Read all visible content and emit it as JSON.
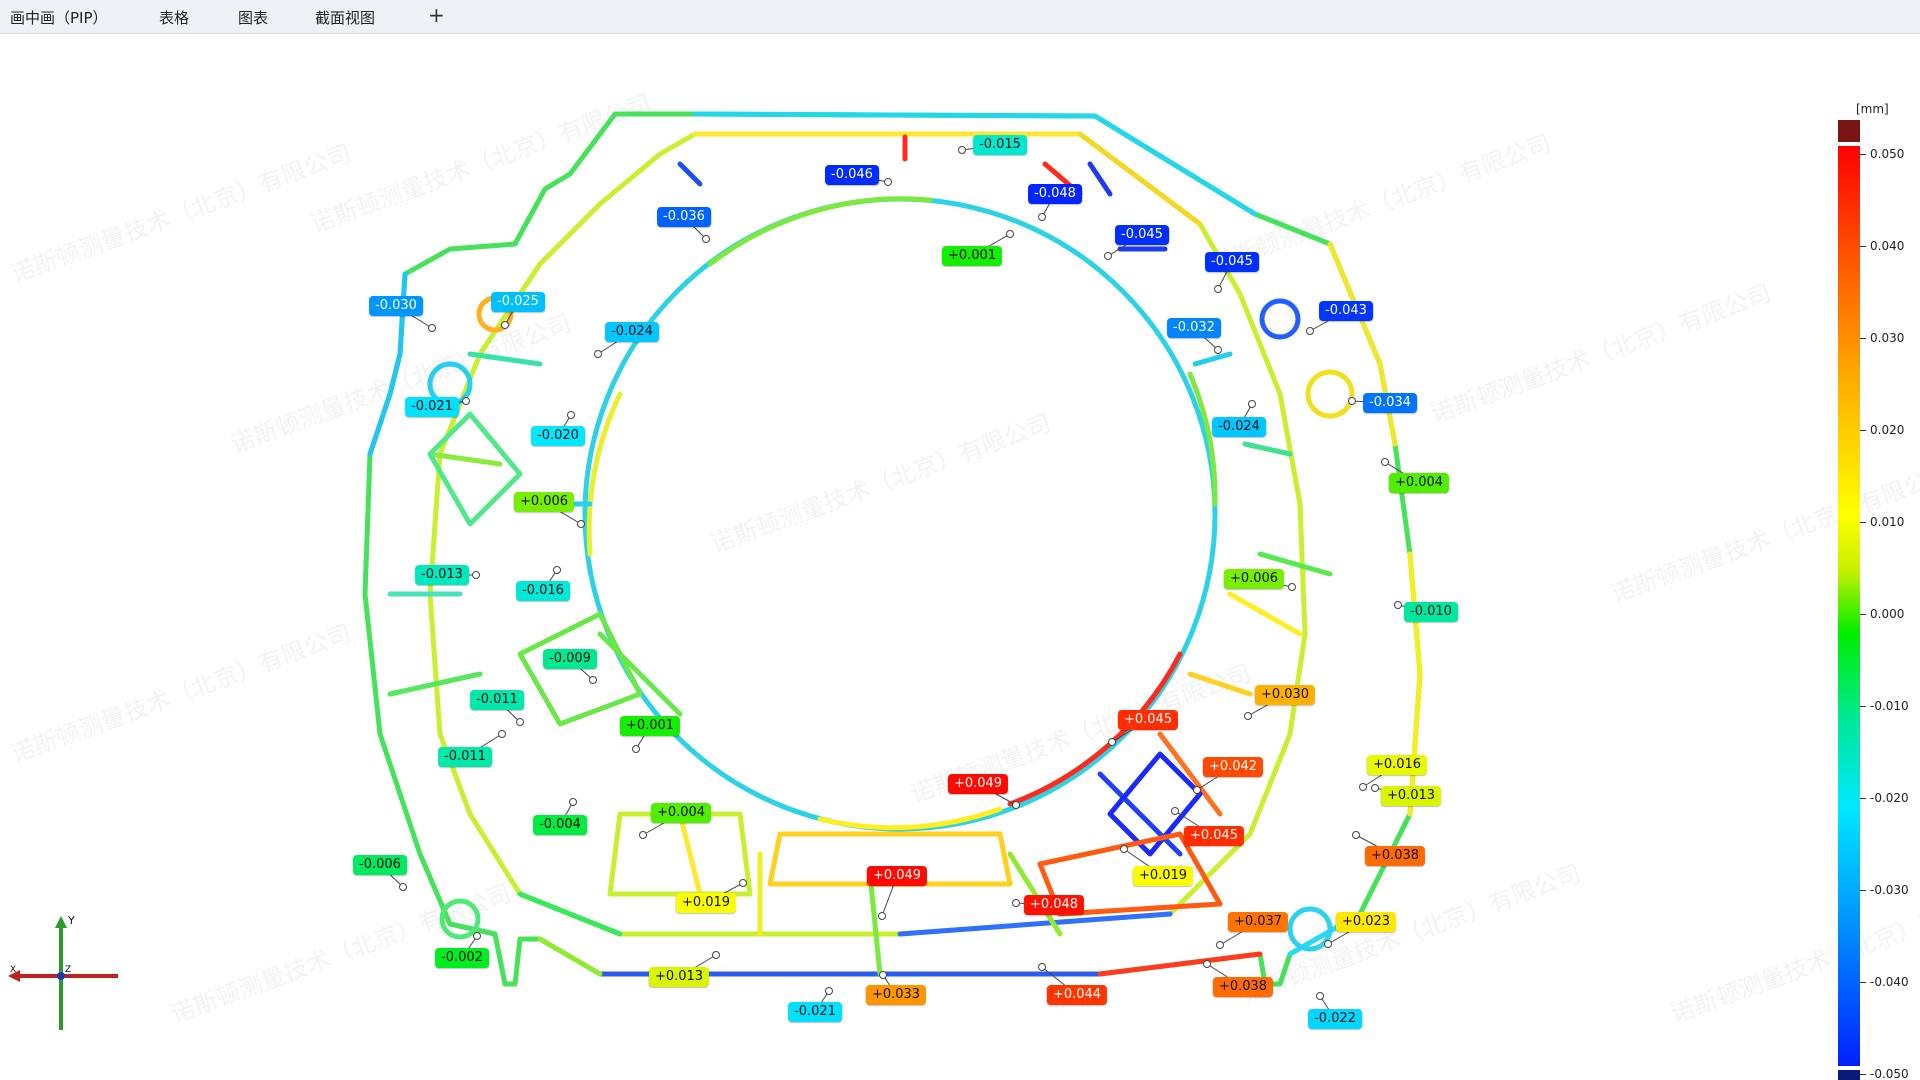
{
  "tabs": [
    "画中画（PIP）",
    "表格",
    "图表",
    "截面视图",
    "+"
  ],
  "scale": {
    "unit": "[mm]",
    "labels": [
      "0.050",
      "0.040",
      "0.030",
      "0.020",
      "0.010",
      "0.000",
      "-0.010",
      "-0.020",
      "-0.030",
      "-0.040",
      "-0.050"
    ]
  },
  "watermark_text": "诺斯顿测量技术（北京）有限公司",
  "axes": {
    "y": "Y",
    "x": "X",
    "z": "Z"
  },
  "callouts": [
    "-0.015",
    "-0.046",
    "-0.048",
    "-0.036",
    "-0.045",
    "+0.001",
    "-0.045",
    "-0.030",
    "-0.025",
    "-0.024",
    "-0.032",
    "-0.043",
    "-0.021",
    "-0.034",
    "-0.020",
    "-0.024",
    "+0.004",
    "+0.006",
    "-0.013",
    "-0.016",
    "+0.006",
    "-0.010",
    "-0.009",
    "+0.030",
    "-0.011",
    "+0.001",
    "+0.045",
    "-0.011",
    "+0.049",
    "+0.042",
    "+0.016",
    "+0.013",
    "+0.004",
    "-0.004",
    "+0.045",
    "+0.019",
    "-0.006",
    "+0.038",
    "+0.049",
    "+0.019",
    "+0.048",
    "+0.037",
    "+0.023",
    "-0.002",
    "+0.013",
    "+0.033",
    "+0.044",
    "+0.038",
    "-0.021",
    "-0.022"
  ]
}
